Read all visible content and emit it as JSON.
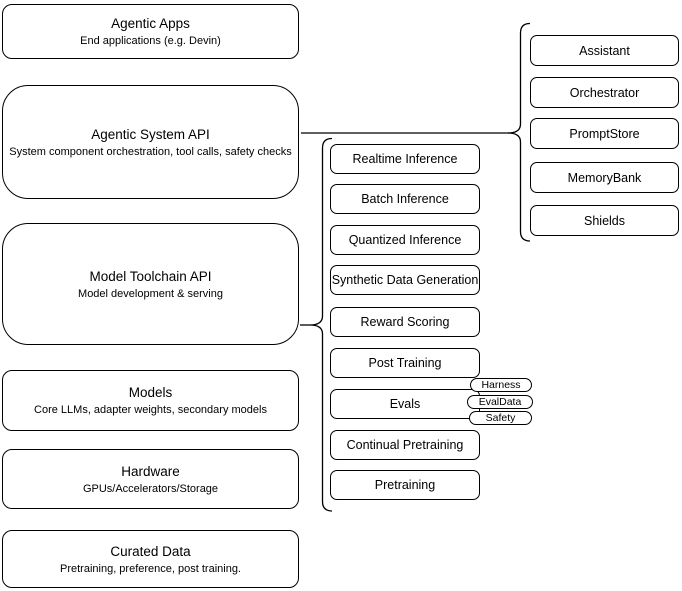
{
  "layers": [
    {
      "title": "Agentic Apps",
      "subtitle": "End applications (e.g. Devin)"
    },
    {
      "title": "Agentic System API",
      "subtitle": "System component orchestration, tool calls, safety checks"
    },
    {
      "title": "Model Toolchain API",
      "subtitle": "Model development & serving"
    },
    {
      "title": "Models",
      "subtitle": "Core LLMs, adapter weights, secondary models"
    },
    {
      "title": "Hardware",
      "subtitle": "GPUs/Accelerators/Storage"
    },
    {
      "title": "Curated Data",
      "subtitle": "Pretraining, preference, post training."
    }
  ],
  "toolchain_api_items": [
    "Realtime Inference",
    "Batch Inference",
    "Quantized Inference",
    "Synthetic Data Generation",
    "Reward Scoring",
    "Post Training",
    "Evals",
    "Continual Pretraining",
    "Pretraining"
  ],
  "evals_tags": [
    "Harness",
    "EvalData",
    "Safety"
  ],
  "system_api_items": [
    "Assistant",
    "Orchestrator",
    "PromptStore",
    "MemoryBank",
    "Shields"
  ],
  "colors": {
    "node_border": "#000000",
    "node_fill": "#ffffff",
    "text": "#000000",
    "background": "#ffffff"
  }
}
